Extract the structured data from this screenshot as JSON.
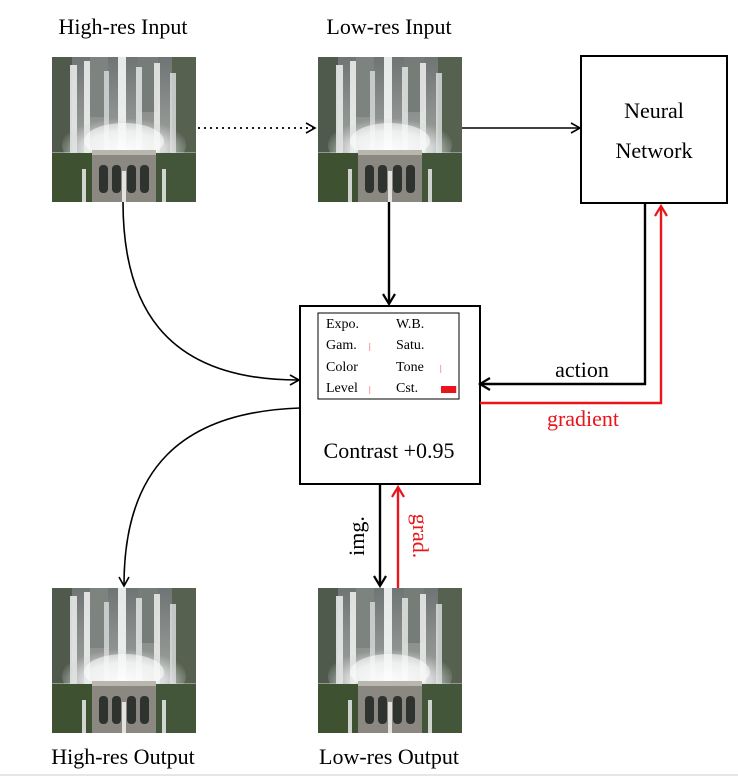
{
  "diagram": {
    "labels": {
      "highres_input": "High-res Input",
      "lowres_input": "Low-res Input",
      "highres_output": "High-res Output",
      "lowres_output": "Low-res Output",
      "network_line1": "Neural",
      "network_line2": "Network",
      "action": "action",
      "gradient": "gradient",
      "img": "img.",
      "grad": "grad.",
      "contrast": "Contrast +0.95"
    },
    "filters": [
      {
        "name": "Expo.",
        "level": 0
      },
      {
        "name": "W.B.",
        "level": 0
      },
      {
        "name": "Gam.",
        "level": 0.05
      },
      {
        "name": "Satu.",
        "level": 0
      },
      {
        "name": "Color",
        "level": 0
      },
      {
        "name": "Tone",
        "level": 0.05
      },
      {
        "name": "Level",
        "level": 0.05
      },
      {
        "name": "Cst.",
        "level": 0.95
      }
    ],
    "colors": {
      "line": "#000000",
      "highlight": "#e8161b"
    }
  }
}
